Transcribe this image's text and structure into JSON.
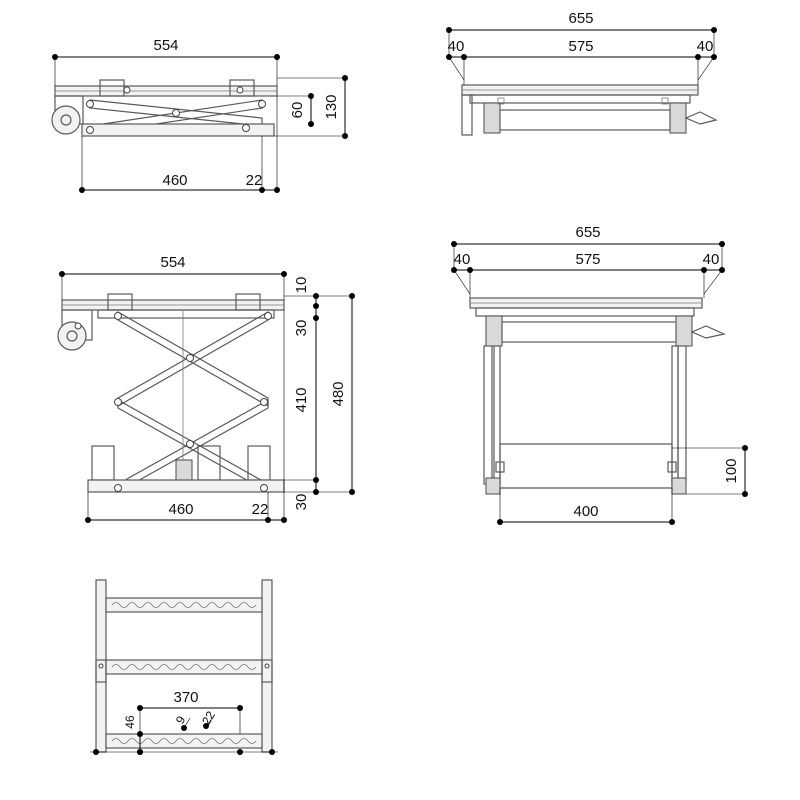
{
  "views": {
    "side_top": {
      "width": "554",
      "height_total": "130",
      "height_inner": "60",
      "base": "460",
      "offset": "22"
    },
    "front_top": {
      "width": "655",
      "left": "40",
      "mid": "575",
      "right": "40"
    },
    "side_raised": {
      "width": "554",
      "top_plate": "10",
      "upper": "30",
      "mid": "410",
      "total": "480",
      "lower": "30",
      "base": "460",
      "offset": "22"
    },
    "front_raised": {
      "width": "655",
      "left": "40",
      "mid": "575",
      "right": "40",
      "height": "100",
      "base": "400"
    },
    "plan": {
      "width": "370",
      "depth": "46",
      "hole_a": "9",
      "hole_b": "22"
    }
  }
}
